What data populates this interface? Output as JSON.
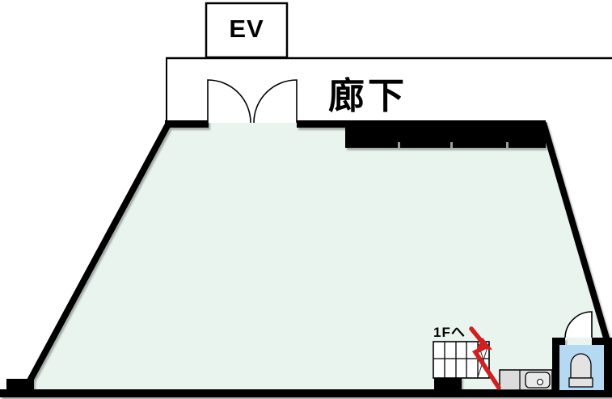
{
  "floorplan": {
    "labels": {
      "elevator": "EV",
      "corridor": "廊下",
      "stairs_to": "1Fへ"
    },
    "colors": {
      "room_fill": "#eaf4ef",
      "toilet_fill": "#b5d8f3",
      "counter_fill": "#dcdcdc",
      "sink_fill": "#e9e9e9",
      "toilet_fixture_fill": "#e3e3e3",
      "wall": "#000000",
      "arrow_red": "#cf2020"
    },
    "symbols": {
      "entrance_door": "double-swing-door",
      "toilet_door": "single-swing-door",
      "stairs": "staircase-grid-with-break-cross",
      "direction_arrow": "red-zigzag-arrow-down",
      "sink": "counter-with-basin",
      "toilet": "western-toilet"
    }
  }
}
